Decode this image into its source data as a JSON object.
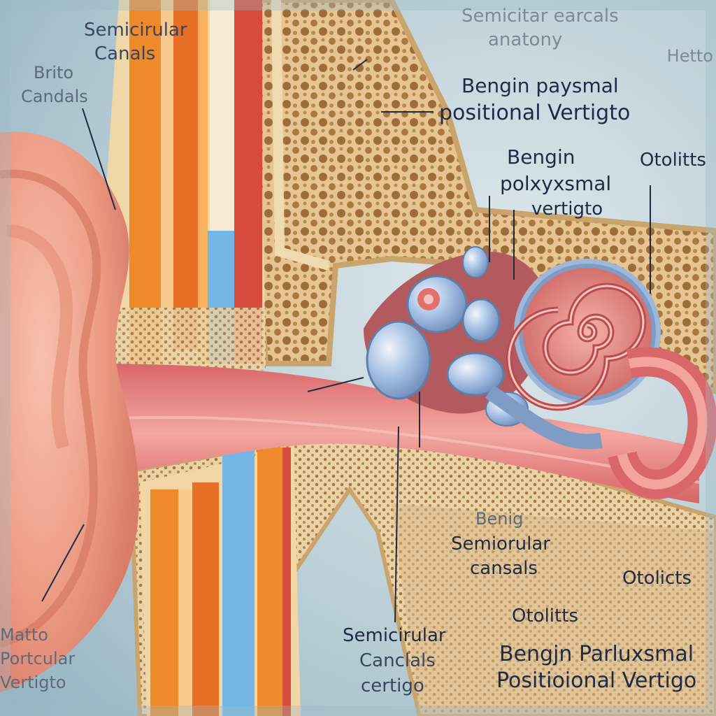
{
  "labels": {
    "top_left_1": "Semicirular",
    "top_left_2": "Canals",
    "left_1": "Brito",
    "left_2": "Candals",
    "top_center_1": "Semicitar earcals",
    "top_center_2": "anatony",
    "top_right": "Hetto",
    "center_1": "Bengin paysmal",
    "center_2": "positional Vertigto",
    "mid_1": "Bengin",
    "mid_2": "polxyxsmal",
    "mid_3": "vertigto",
    "right_mid": "Otolitts",
    "lower_center_1": "Benig",
    "lower_center_2": "Semiorular",
    "lower_center_3": "cansals",
    "right_lower": "Otolicts",
    "bottom_left_1": "Matto",
    "bottom_left_2": "Portcular",
    "bottom_left_3": "Vertigto",
    "bottom_center_1": "Semicirular",
    "bottom_center_2": "Canclals",
    "bottom_center_3": "certigo",
    "bottom_mid": "Otolitts",
    "bottom_right_1": "Bengjn Parluxsmal",
    "bottom_right_2": "Positioional Vertigo"
  },
  "colors": {
    "bone": "#e7c793",
    "bone_pore": "#a9793f",
    "skin": "#f0a08a",
    "canal": "#e07a74",
    "vessel_red": "#d74c3a",
    "vessel_orange": "#ef8a2b",
    "vessel_blue": "#74b7e4",
    "otolith": "#a9c3e6",
    "label_text": "#1f2b45"
  }
}
